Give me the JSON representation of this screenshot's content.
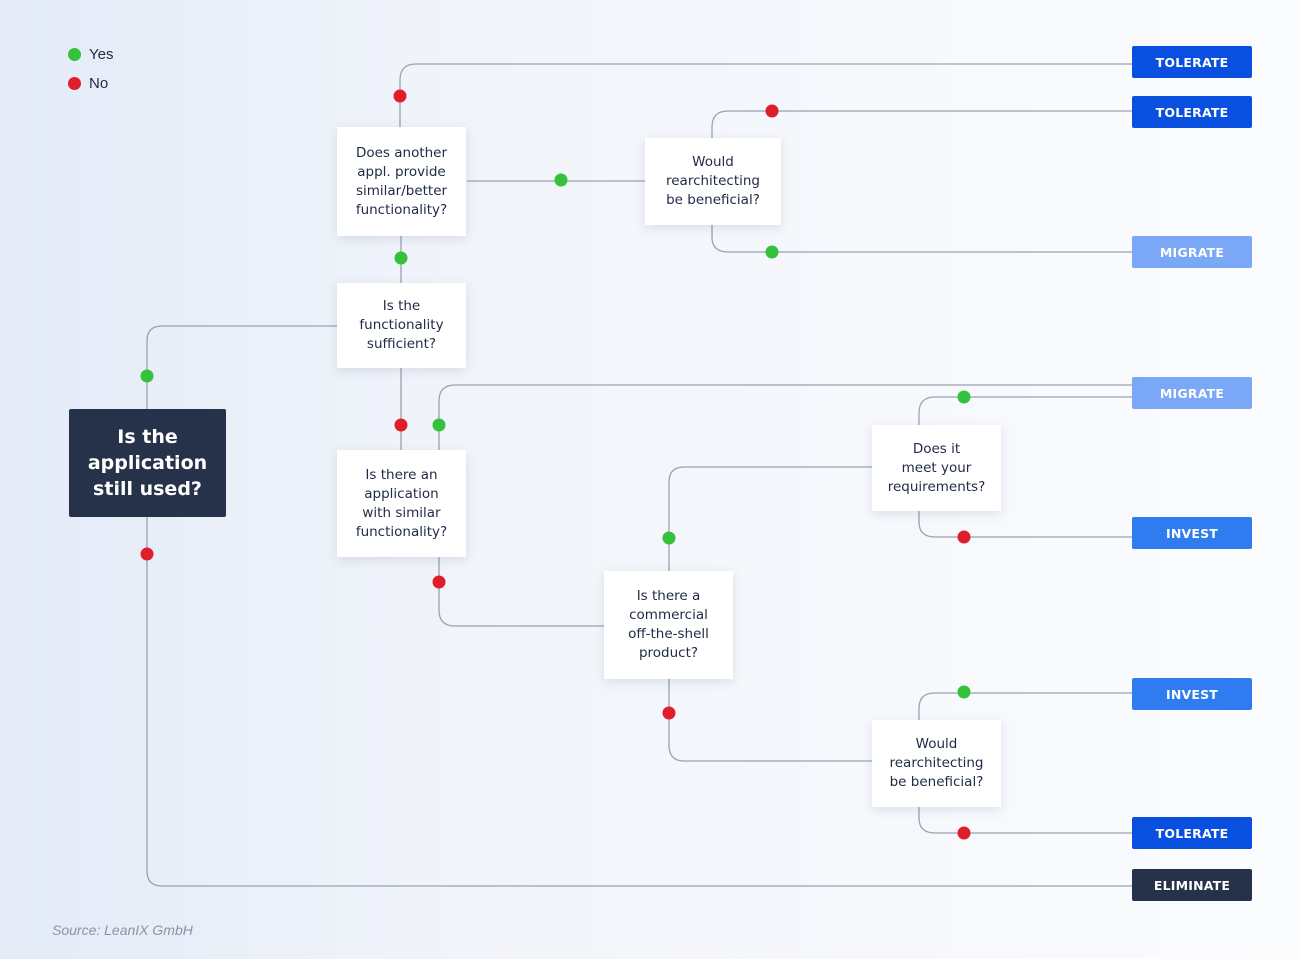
{
  "legend": {
    "yes": "Yes",
    "no": "No"
  },
  "colors": {
    "yes_dot": "#34c23a",
    "no_dot": "#e01e2b",
    "line": "#98a2b6",
    "root_bg": "#26324a",
    "tolerate": "#0a50e0",
    "migrate": "#7aa8f6",
    "invest": "#2f7cf0",
    "eliminate": "#26324a"
  },
  "questions": {
    "root": "Is the\napplication\nstill used?",
    "sufficient": "Is the\nfunctionality\nsufficient?",
    "another_appl": "Does another\nappl. provide\nsimilar/better\nfunctionality?",
    "rearch_top": "Would\nrearchitecting\nbe beneficial?",
    "similar_app": "Is there an\napplication\nwith similar\nfunctionality?",
    "meets_req": "Does it\nmeet your\nrequirements?",
    "cots": "Is there a\ncommercial\noff-the-shell\nproduct?",
    "rearch_bottom": "Would\nrearchitecting\nbe beneficial?"
  },
  "outcomes": {
    "tolerate_1": "TOLERATE",
    "tolerate_2": "TOLERATE",
    "migrate_1": "MIGRATE",
    "migrate_2": "MIGRATE",
    "invest_1": "INVEST",
    "invest_2": "INVEST",
    "tolerate_3": "TOLERATE",
    "eliminate": "ELIMINATE"
  },
  "source": "Source: LeanIX GmbH"
}
